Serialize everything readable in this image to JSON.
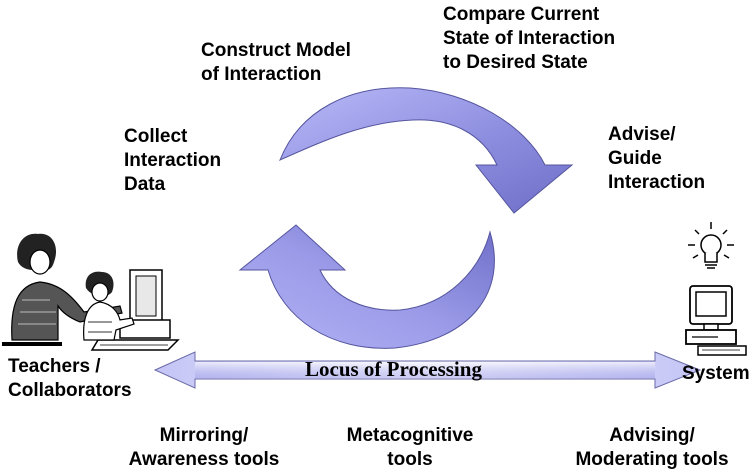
{
  "cycle_steps": {
    "compare": [
      "Compare Current",
      "State of Interaction",
      "to Desired State"
    ],
    "construct": [
      "Construct Model",
      "of Interaction"
    ],
    "collect": [
      "Collect",
      "Interaction",
      "Data"
    ],
    "advise": [
      "Advise/",
      "Guide",
      "Interaction"
    ]
  },
  "actors": {
    "left": [
      "Teachers /",
      "Collaborators"
    ],
    "right": "System"
  },
  "axis": {
    "label": "Locus of Processing"
  },
  "tools": {
    "left": [
      "Mirroring/",
      "Awareness tools"
    ],
    "middle": [
      "Metacognitive",
      "tools"
    ],
    "right": [
      "Advising/",
      "Moderating tools"
    ]
  },
  "icons": [
    "teachers-clipart-icon",
    "lightbulb-icon",
    "computer-icon"
  ],
  "colors": {
    "arrow_fill": "#a9a9f5",
    "arrow_shade": "#7575cc",
    "axis_fill_light": "#e8e8ff",
    "axis_fill_dark": "#a8a8f0"
  }
}
